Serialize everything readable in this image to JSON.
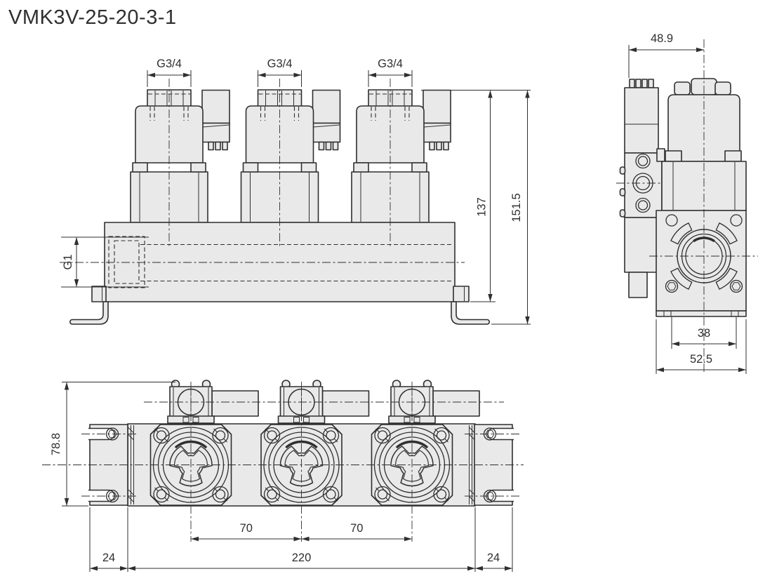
{
  "title": "VMK3V-25-20-3-1",
  "front_view": {
    "dim_port_1": "G3/4",
    "dim_port_2": "G3/4",
    "dim_port_3": "G3/4",
    "dim_inlet": "G1",
    "dim_height_to_base": "137",
    "dim_height_overall": "151.5"
  },
  "side_view": {
    "dim_width_to_center": "48.9",
    "dim_bolt_spacing": "38",
    "dim_width_overall": "52.5"
  },
  "bottom_view": {
    "dim_depth_overall": "78.8",
    "dim_station_pitch_1": "70",
    "dim_station_pitch_2": "70",
    "dim_end_left": "24",
    "dim_body_length": "220",
    "dim_end_right": "24"
  },
  "colors": {
    "line": "#2f2f2f",
    "fill": "#e9e9e9",
    "background": "#ffffff"
  }
}
